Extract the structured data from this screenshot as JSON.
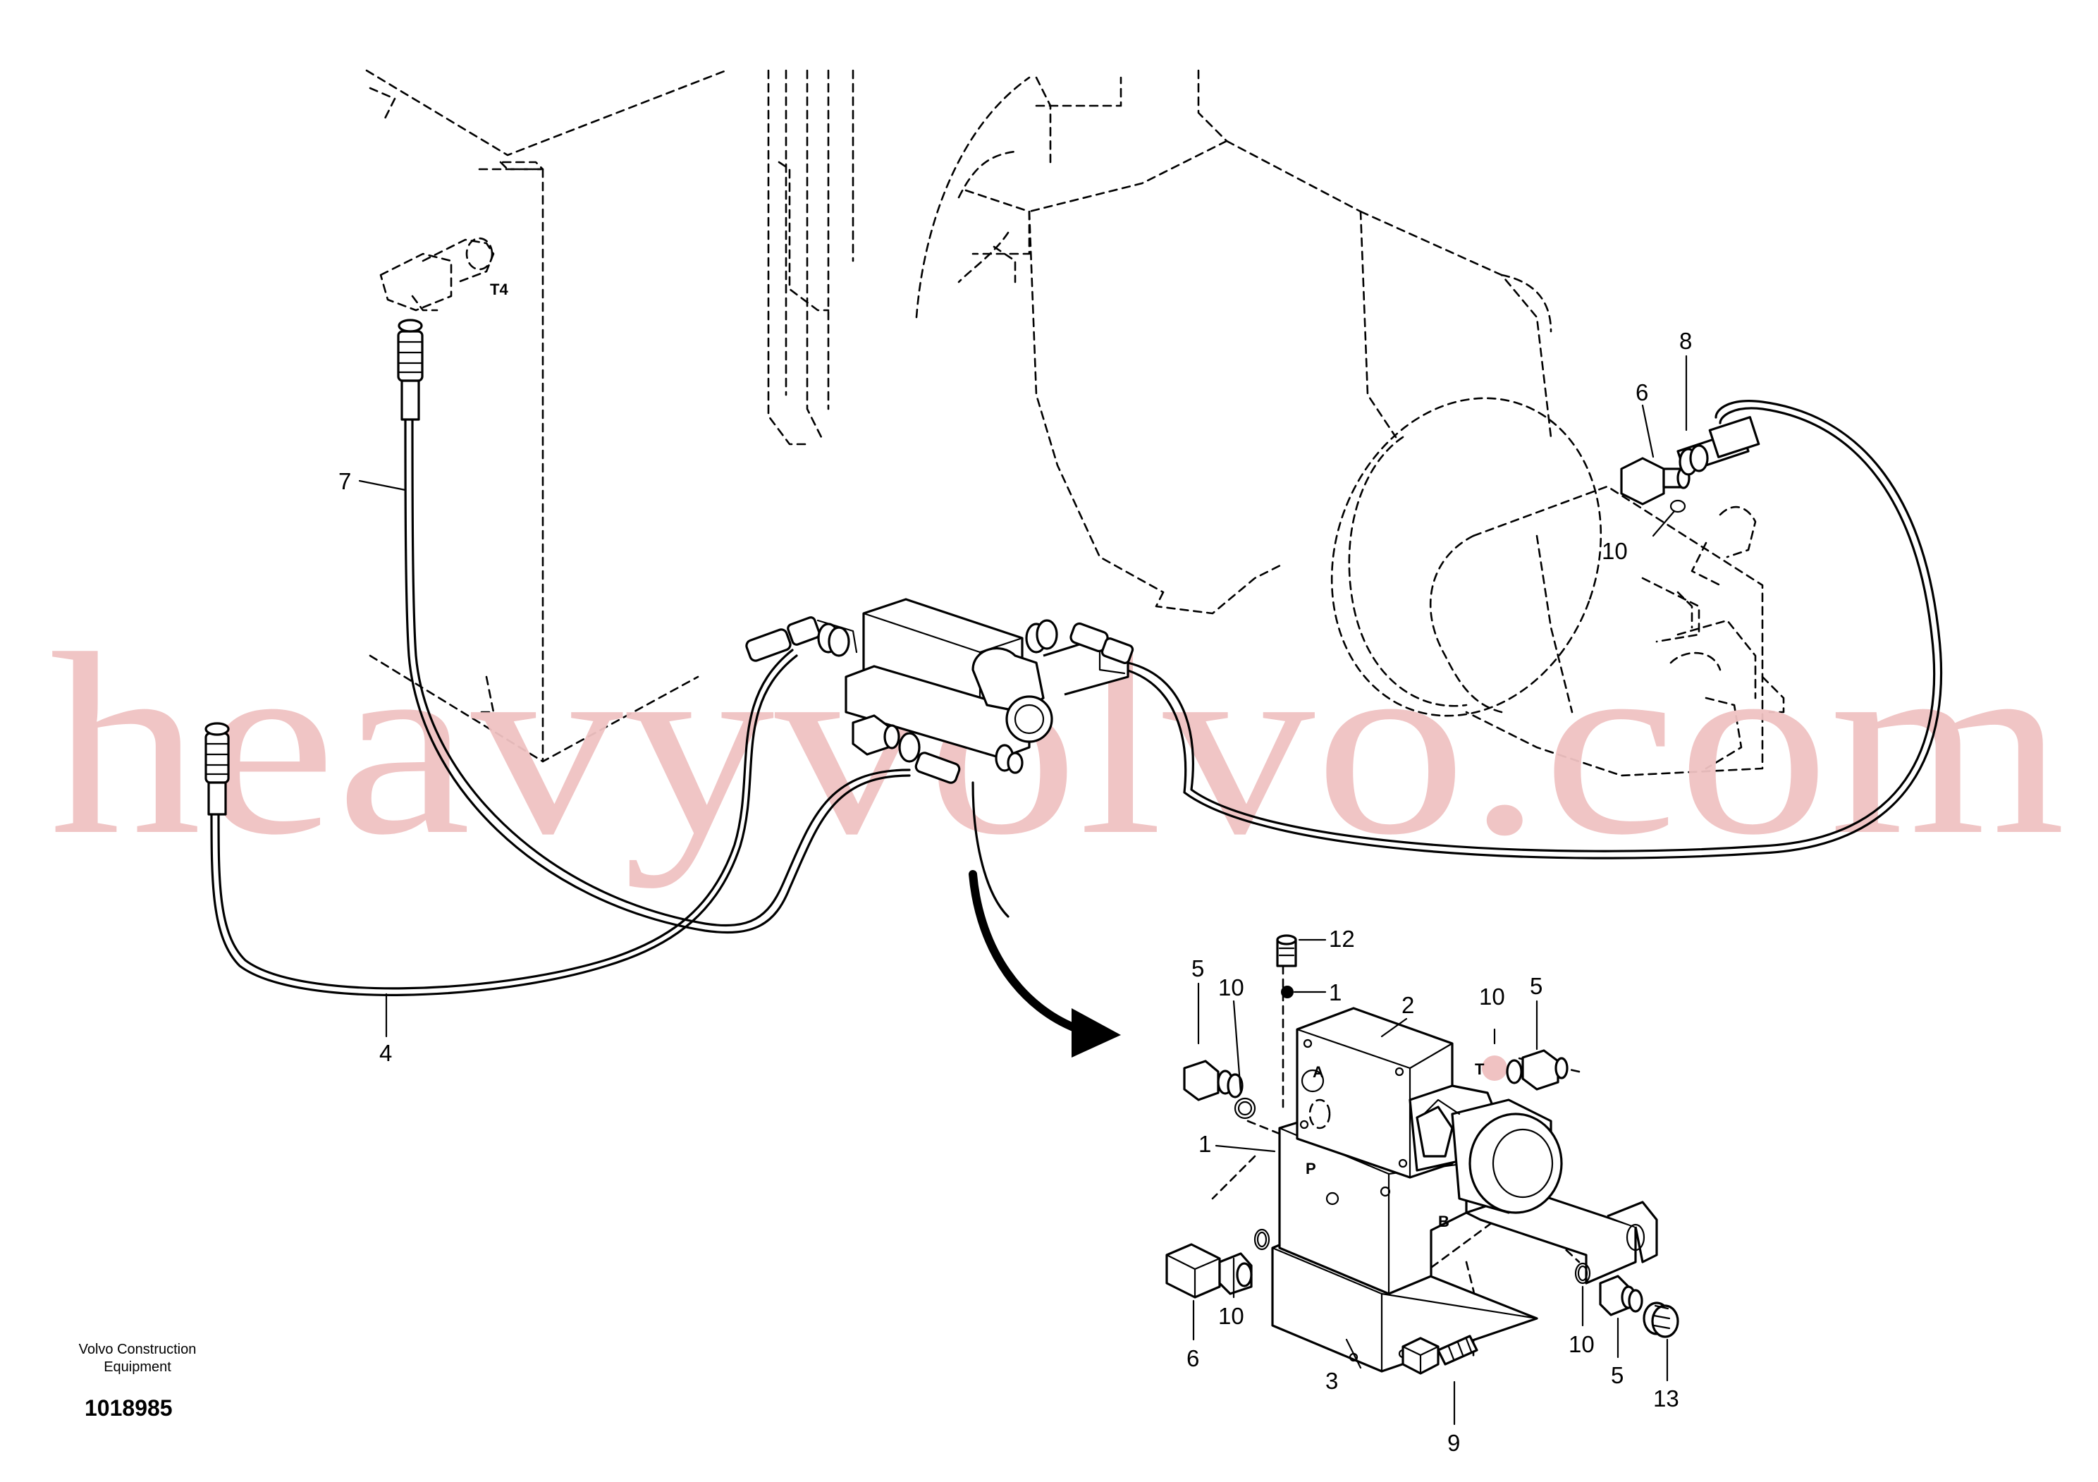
{
  "watermark": {
    "text": "heavyvolvo.com",
    "color": "#f0c2c2"
  },
  "footer": {
    "brand_line1": "Volvo Construction",
    "brand_line2": "Equipment",
    "diagram_code": "1018985"
  },
  "port_labels": {
    "t4": "T4",
    "a": "A",
    "p": "P",
    "t": "T",
    "b": "B"
  },
  "callouts": {
    "c1": "1",
    "c1b": "1",
    "c2": "2",
    "c3": "3",
    "c4": "4",
    "c5a": "5",
    "c5b": "5",
    "c5c": "5",
    "c6a": "6",
    "c6b": "6",
    "c7": "7",
    "c8": "8",
    "c9": "9",
    "c10a": "10",
    "c10b": "10",
    "c10c": "10",
    "c10d": "10",
    "c10e": "10",
    "c12": "12",
    "c13": "13"
  },
  "icons": {
    "arrow": "curved-arrow-icon"
  }
}
